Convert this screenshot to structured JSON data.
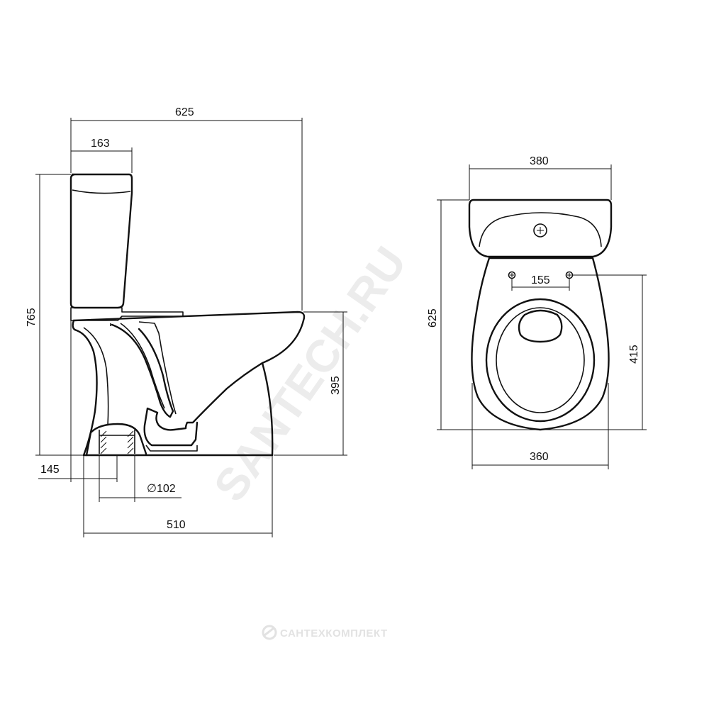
{
  "side_view": {
    "dimensions": {
      "overall_length": "625",
      "tank_depth": "163",
      "overall_height": "765",
      "bowl_height": "395",
      "outlet_offset": "145",
      "outlet_diameter": "∅102",
      "base_length": "510"
    }
  },
  "top_view": {
    "dimensions": {
      "tank_width": "380",
      "overall_length": "625",
      "seat_holes_spacing": "155",
      "seat_hole_to_front": "415",
      "bowl_width": "360"
    }
  },
  "watermark": {
    "diagonal_text": "SANTECH.RU",
    "brand_text": "САНТЕХКОМПЛЕКТ"
  }
}
